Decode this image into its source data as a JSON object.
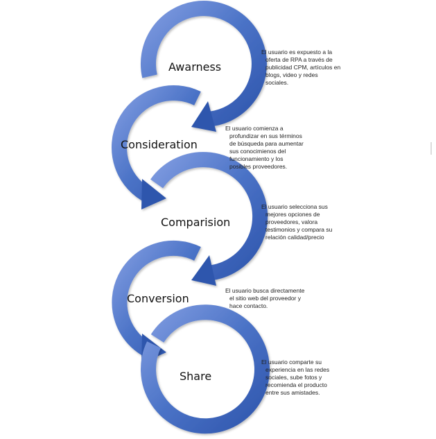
{
  "diagram": {
    "colors": {
      "arc_main": "#4a72c6",
      "arc_dark": "#2f56ad",
      "arc_light": "#7f9be0",
      "text": "#111111"
    },
    "stages": [
      {
        "label": "Awarness",
        "description": [
          "El usuario es expuesto a la",
          "oferta de RPA a través de",
          "publicidad CPM, artículos en",
          "blogs, video y redes",
          "sociales."
        ]
      },
      {
        "label": "Consideration",
        "description": [
          "El usuario comienza a",
          "profundizar en sus términos",
          "de búsqueda para aumentar",
          "sus conocimienos del",
          "funcionamiento y los",
          "posibles proveedores."
        ]
      },
      {
        "label": "Comparision",
        "description": [
          "El usuario selecciona sus",
          "mejores opciones de",
          "proveedores, valora",
          "testimonios y compara su",
          "relación calidad/precio"
        ]
      },
      {
        "label": "Conversion",
        "description": [
          "El usuario busca directamente",
          "el sitio web del proveedor y",
          "hace contacto."
        ]
      },
      {
        "label": "Share",
        "description": [
          "El usuario comparte su",
          "experiencia en las redes",
          "sociales, sube fotos y",
          "recomienda el producto",
          "entre sus amistades."
        ]
      }
    ]
  }
}
